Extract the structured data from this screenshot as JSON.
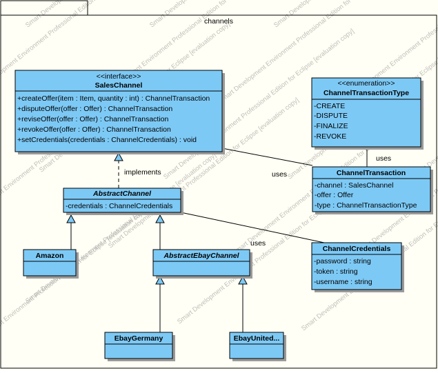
{
  "package": {
    "tab_label": "",
    "name": "channels"
  },
  "classes": {
    "sales_channel": {
      "stereotype": "<<interface>>",
      "name": "SalesChannel",
      "operations": [
        "+createOffer(item : Item, quantity : int) : ChannelTransaction",
        "+disputeOffer(offer : Offer) : ChannelTransaction",
        "+reviseOffer(offer : Offer) : ChannelTransaction",
        "+revokeOffer(offer : Offer) : ChannelTransaction",
        "+setCredentials(credentials : ChannelCredentials) : void"
      ]
    },
    "channel_transaction_type": {
      "stereotype": "<<enumeration>>",
      "name": "ChannelTransactionType",
      "literals": [
        "-CREATE",
        "-DISPUTE",
        "-FINALIZE",
        "-REVOKE"
      ]
    },
    "channel_transaction": {
      "name": "ChannelTransaction",
      "attributes": [
        "-channel : SalesChannel",
        "-offer : Offer",
        "-type : ChannelTransactionType"
      ]
    },
    "abstract_channel": {
      "name": "AbstractChannel",
      "attributes": [
        "-credentials : ChannelCredentials"
      ]
    },
    "channel_credentials": {
      "name": "ChannelCredentials",
      "attributes": [
        "-password : string",
        "-token : string",
        "-username : string"
      ]
    },
    "amazon": {
      "name": "Amazon"
    },
    "abstract_ebay_channel": {
      "name": "AbstractEbayChannel"
    },
    "ebay_germany": {
      "name": "EbayGermany"
    },
    "ebay_united": {
      "name": "EbayUnited..."
    }
  },
  "relationships": {
    "implements": "implements",
    "uses_sales_to_transaction": "uses",
    "uses_transaction_to_type": "uses",
    "uses_abstract_to_credentials": "uses"
  },
  "watermark": "Smart Development Environment Professional Edition for Eclipse [evaluation copy]",
  "colors": {
    "class_fill": "#7dc9f5",
    "background": "#fffff5",
    "border": "#000000"
  }
}
